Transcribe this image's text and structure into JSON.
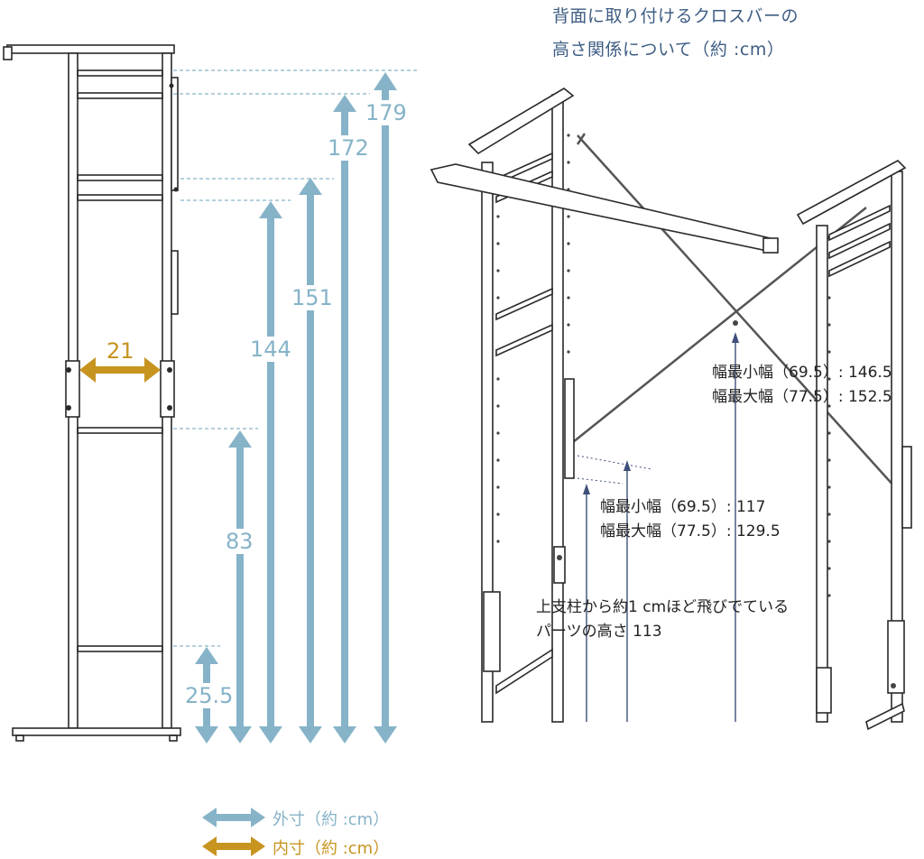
{
  "title": {
    "line1": "背面に取り付けるクロスバーの",
    "line2": "高さ関係について（約 :cm）"
  },
  "dimensions": {
    "outer_values": [
      "179",
      "172",
      "151",
      "144",
      "83",
      "25.5"
    ],
    "inner_value": "21"
  },
  "notes": {
    "top_min": "幅最小幅（69.5）: 146.5",
    "top_max": "幅最大幅（77.5）: 152.5",
    "mid_min": "幅最小幅（69.5）: 117",
    "mid_max": "幅最大幅（77.5）: 129.5",
    "part_line1": "上支柱から約1 cmほど飛びでている",
    "part_line2": "パーツの高さ 113"
  },
  "legend": {
    "outer_label": "外寸（約 :cm）",
    "inner_label": "内寸（約 :cm）"
  },
  "colors": {
    "outer": "#86b3c8",
    "inner": "#c7941f",
    "title": "#3e5d84"
  }
}
